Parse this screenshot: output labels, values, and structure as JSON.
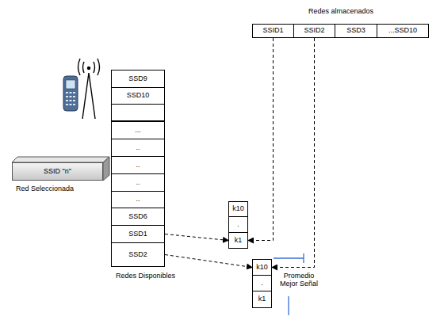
{
  "diagram": {
    "nodes": [
      {
        "text": [
          "SSID1"
        ]
      },
      {
        "text": [
          "SSID2"
        ]
      },
      {
        "text": [
          "SSD3"
        ]
      },
      {
        "text": [
          "...SSD10"
        ]
      },
      {
        "text": [
          "SSD9"
        ]
      },
      {
        "text": [
          "SSD10"
        ]
      },
      {
        "text": [
          "..."
        ]
      },
      {
        "text": [
          ".."
        ]
      },
      {
        "text": [
          ".."
        ]
      },
      {
        "text": [
          ".."
        ]
      },
      {
        "text": [
          ".."
        ]
      },
      {
        "text": [
          "SSD6"
        ]
      },
      {
        "text": [
          "SSD1"
        ]
      },
      {
        "text": [
          "SSD2"
        ]
      },
      {
        "text": [
          "SSID \"n\""
        ]
      },
      {
        "text": [
          "k10"
        ]
      },
      {
        "text": [
          "."
        ]
      },
      {
        "text": [
          "k1"
        ]
      },
      {
        "text": [
          "k10"
        ]
      },
      {
        "text": [
          "."
        ]
      },
      {
        "text": [
          "k1"
        ]
      }
    ],
    "edges": [
      {
        "from": 12,
        "to": 17,
        "arrow": "to"
      },
      {
        "from": 0,
        "to": 17,
        "arrow": "to"
      },
      {
        "from": 13,
        "to": 18,
        "arrow": "to"
      },
      {
        "from": 1,
        "to": 18,
        "arrow": "to"
      }
    ],
    "labels": [
      "Redes almacenados",
      "Red Seleccionada",
      "Redes Disponibles",
      "Promedio Mejor Señal"
    ]
  }
}
